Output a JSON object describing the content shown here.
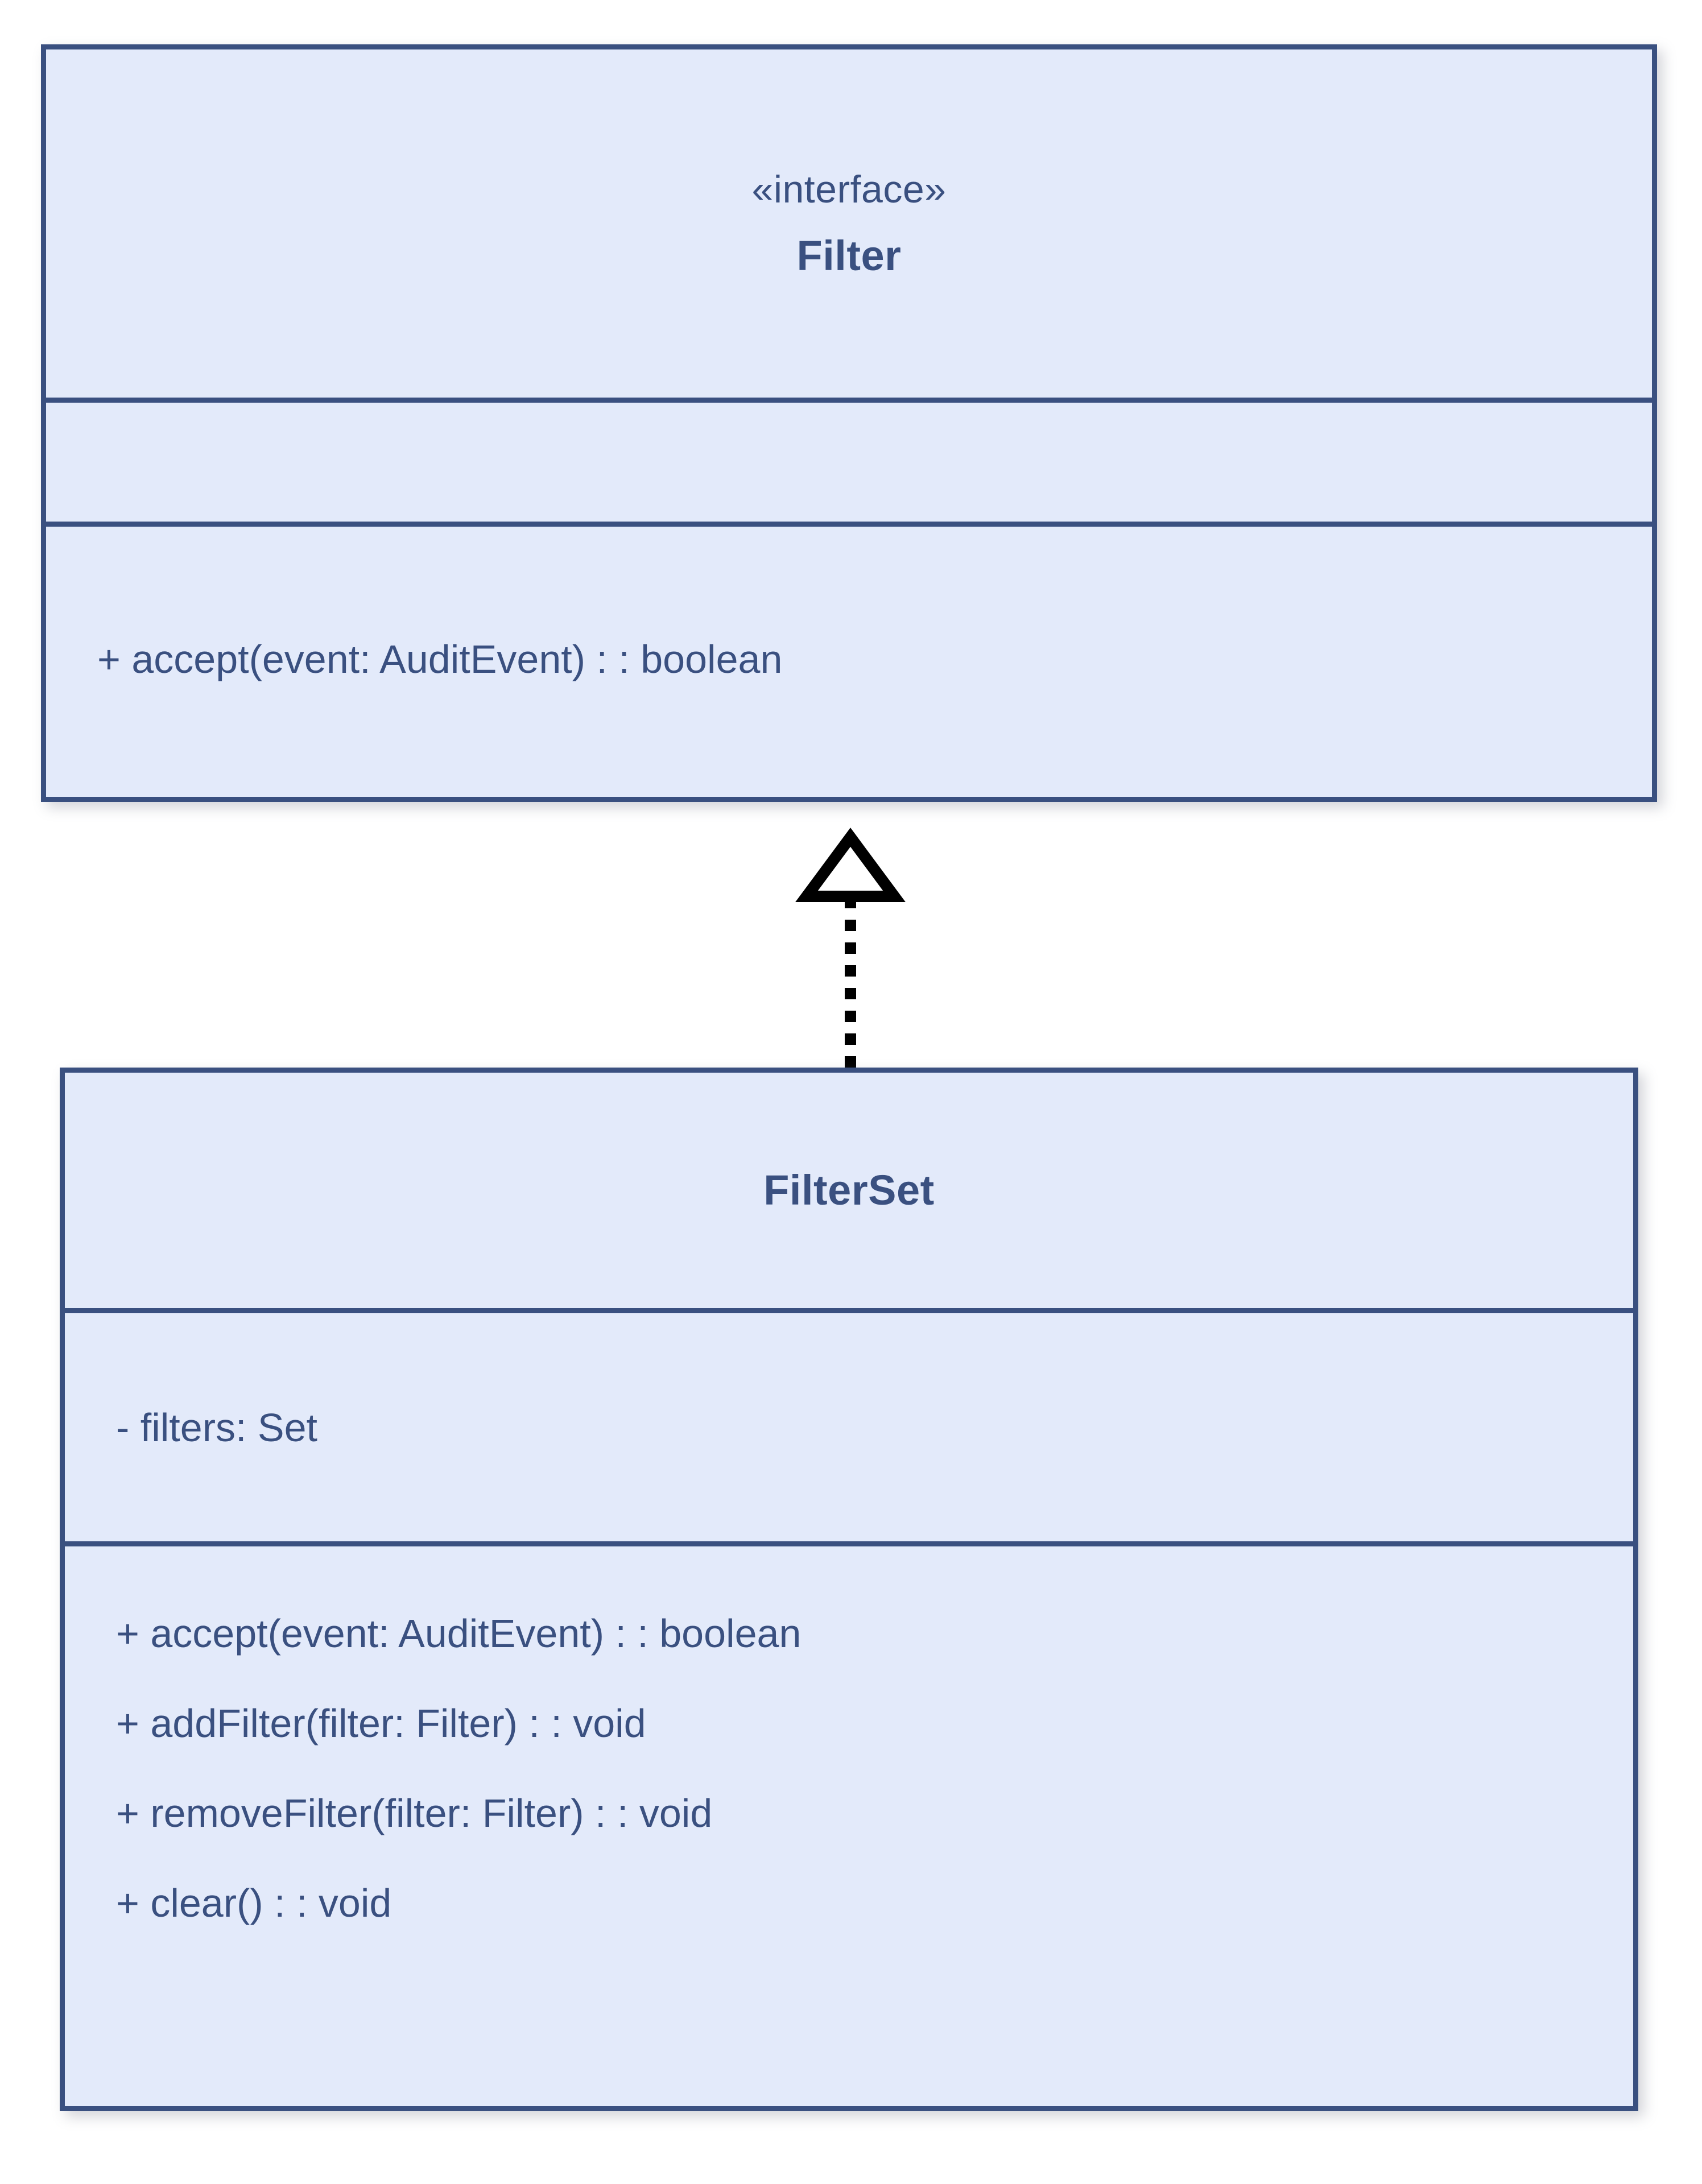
{
  "diagram": {
    "type": "uml-class-diagram",
    "background_color": "#ffffff",
    "box_fill_color": "#e3eafa",
    "box_border_color": "#3a5080",
    "text_color": "#3a5080",
    "connector_color": "#000000"
  },
  "classes": [
    {
      "id": "filter",
      "stereotype": "«interface»",
      "name": "Filter",
      "attributes": [],
      "methods": [
        "+ accept(event: AuditEvent) : : boolean"
      ]
    },
    {
      "id": "filterset",
      "stereotype": "",
      "name": "FilterSet",
      "attributes": [
        "- filters: Set"
      ],
      "methods": [
        "+ accept(event: AuditEvent) : : boolean",
        "+ addFilter(filter: Filter) : : void",
        "+ removeFilter(filter: Filter) : : void",
        "+ clear() : : void"
      ]
    }
  ],
  "relationships": [
    {
      "id": "filterset-realizes-filter",
      "kind": "realization",
      "line_style": "dotted",
      "arrow_head": "hollow-triangle",
      "source": "FilterSet",
      "target": "Filter",
      "label": ""
    }
  ]
}
